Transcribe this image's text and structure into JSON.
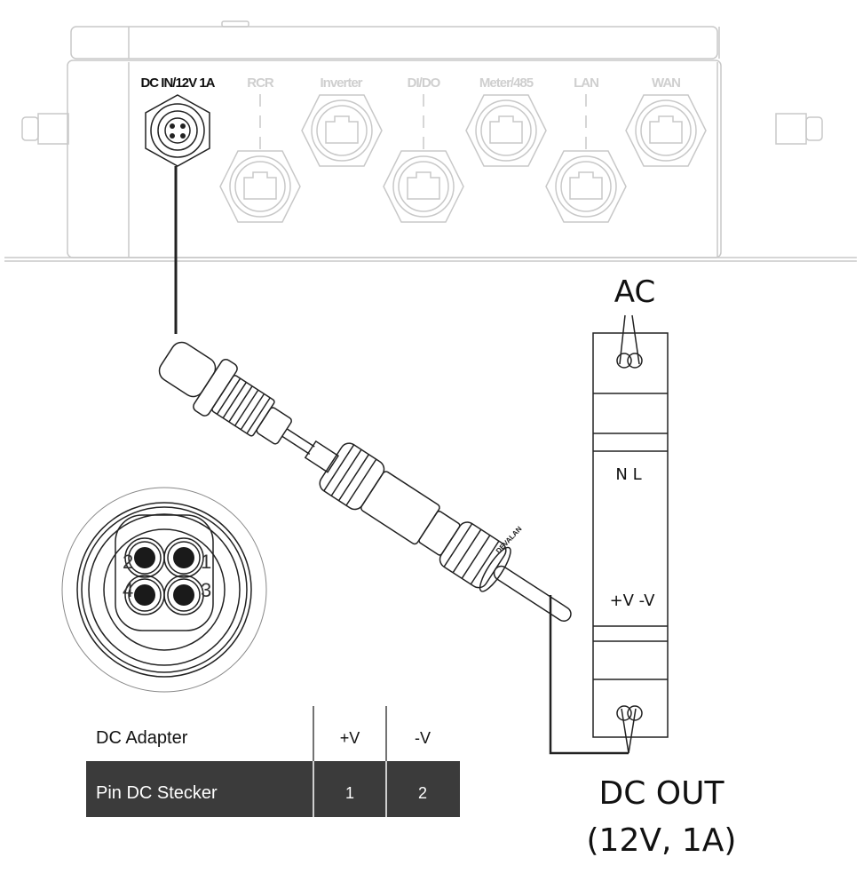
{
  "device": {
    "ports": [
      {
        "label": "DC IN/12V 1A",
        "active": true
      },
      {
        "label": "RCR",
        "active": false
      },
      {
        "label": "Inverter",
        "active": false
      },
      {
        "label": "DI/DO",
        "active": false
      },
      {
        "label": "Meter/485",
        "active": false
      },
      {
        "label": "LAN",
        "active": false
      },
      {
        "label": "WAN",
        "active": false
      }
    ]
  },
  "connector": {
    "brand": "DEVALAN"
  },
  "pin_face": {
    "pins": [
      "1",
      "2",
      "3",
      "4"
    ]
  },
  "psu": {
    "input_label": "AC",
    "terminal_in": "N  L",
    "terminal_out": "+V -V",
    "output_label": "DC OUT",
    "output_rating": "(12V, 1A)"
  },
  "table": {
    "header": [
      "DC Adapter",
      "+V",
      "-V"
    ],
    "row": [
      "Pin DC Stecker",
      "1",
      "2"
    ],
    "row_bg": "#3b3b3b"
  }
}
